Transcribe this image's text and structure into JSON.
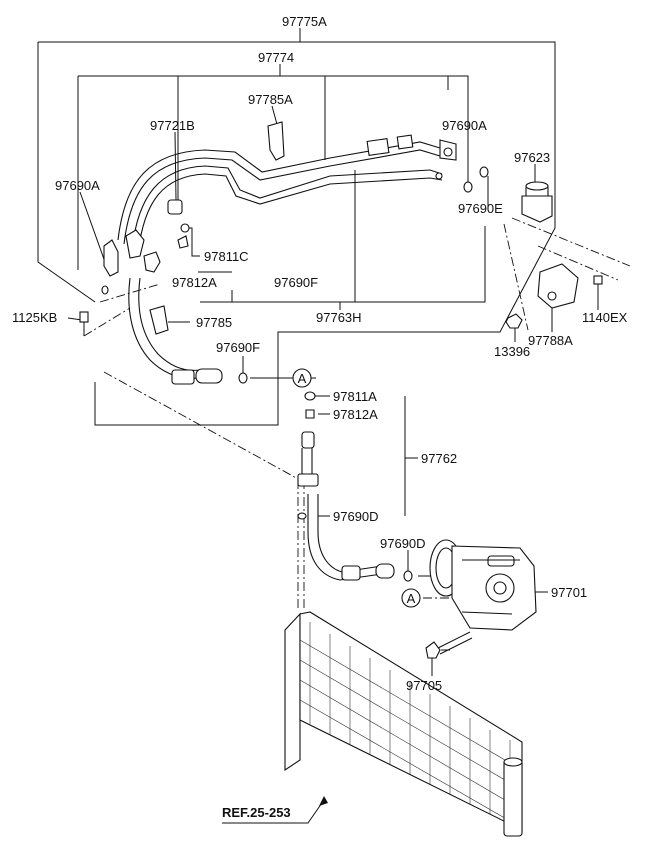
{
  "labels": {
    "p97775A": "97775A",
    "p97774": "97774",
    "p97785A": "97785A",
    "p97721B": "97721B",
    "p97690A_top": "97690A",
    "p97690A_left": "97690A",
    "p97623": "97623",
    "p97690E": "97690E",
    "p97811C": "97811C",
    "p97812A_upper": "97812A",
    "p97690F_upper": "97690F",
    "p1125KB": "1125KB",
    "p97785": "97785",
    "p97763H": "97763H",
    "p97788A": "97788A",
    "p1140EX": "1140EX",
    "p13396": "13396",
    "p97690F_lower": "97690F",
    "p97811A": "97811A",
    "p97812A_lower": "97812A",
    "p97762": "97762",
    "p97690D_lower": "97690D",
    "p97690D_upper": "97690D",
    "p97701": "97701",
    "p97705": "97705",
    "ref": "REF.25-253"
  },
  "callouts": {
    "marker_a": "A"
  }
}
